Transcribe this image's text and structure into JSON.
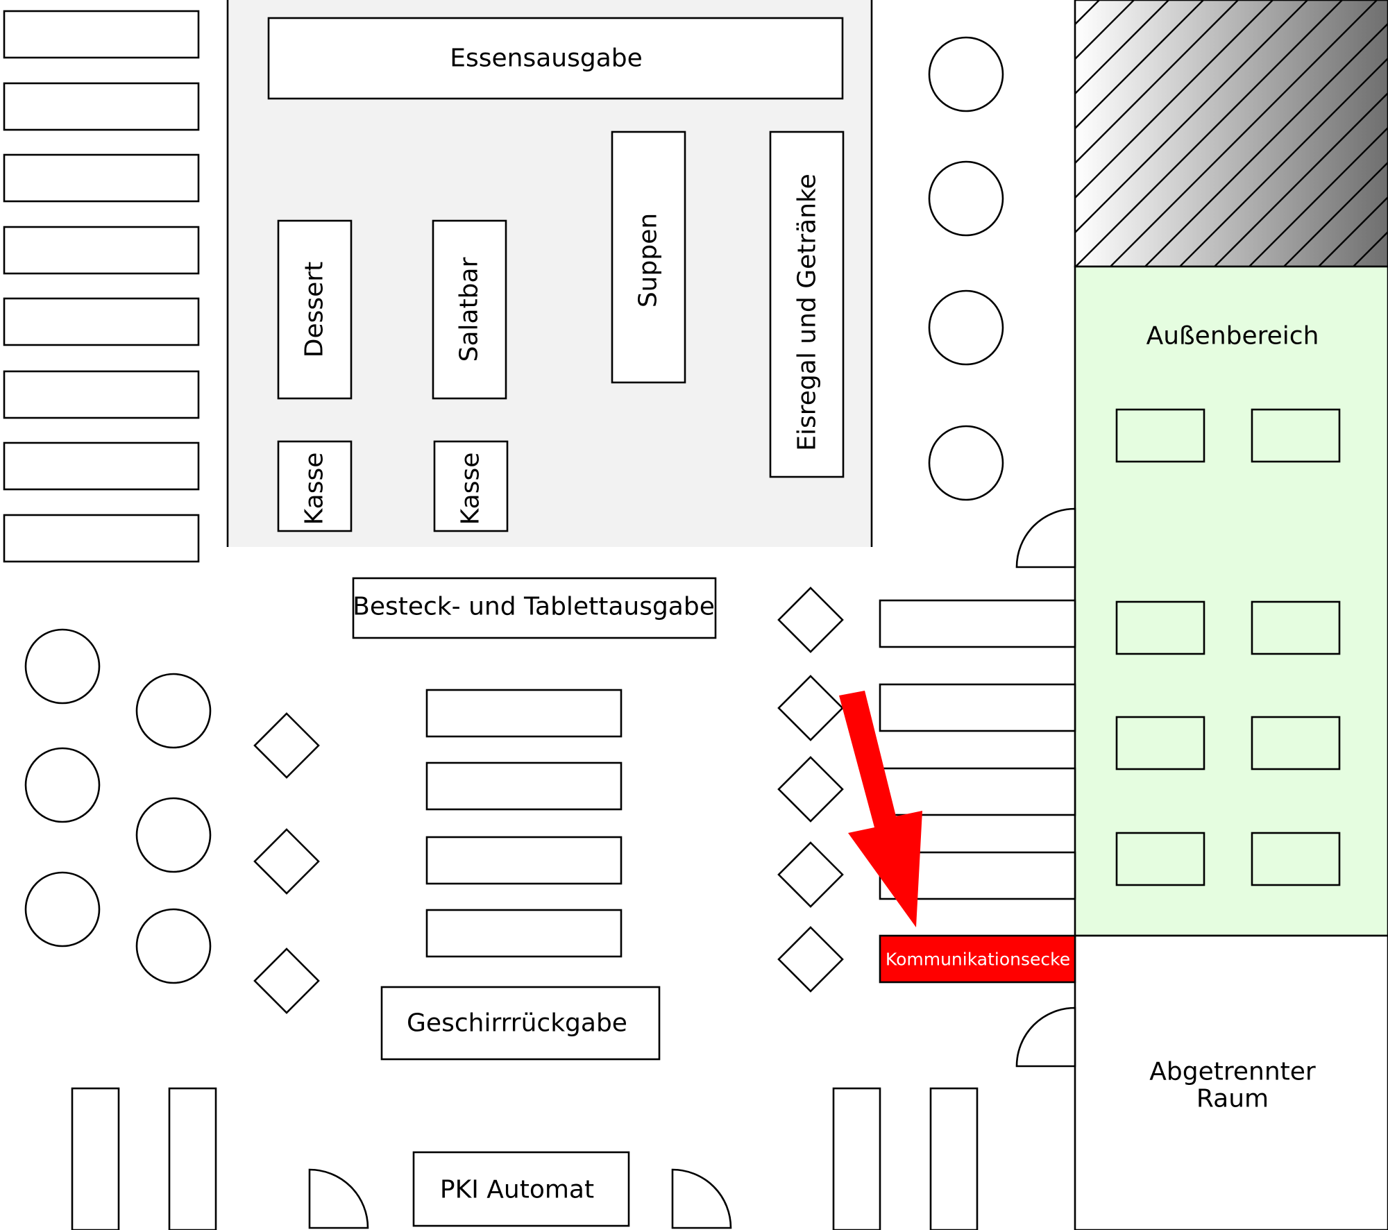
{
  "labels": {
    "essensausgabe": "Essensausgabe",
    "dessert": "Dessert",
    "salatbar": "Salatbar",
    "suppen": "Suppen",
    "eisregal": "Eisregal und Getränke",
    "kasse": "Kasse",
    "aussenbereich": "Außenbereich",
    "besteck": "Besteck- und Tablettausgabe",
    "kommunikationsecke": "Kommunikationsecke",
    "geschirr": "Geschirrrückgabe",
    "abgetrennt_line1": "Abgetrennter",
    "abgetrennt_line2": "Raum",
    "pki": "PKI Automat"
  },
  "colors": {
    "serving_area": "#f2f2f2",
    "outdoor_area": "#e5fde0",
    "highlight": "#ff0000",
    "line": "#000000"
  },
  "icons": {
    "arrow": "red-arrow-icon",
    "door": "door-swing-icon",
    "hatch": "hatched-area-icon"
  }
}
